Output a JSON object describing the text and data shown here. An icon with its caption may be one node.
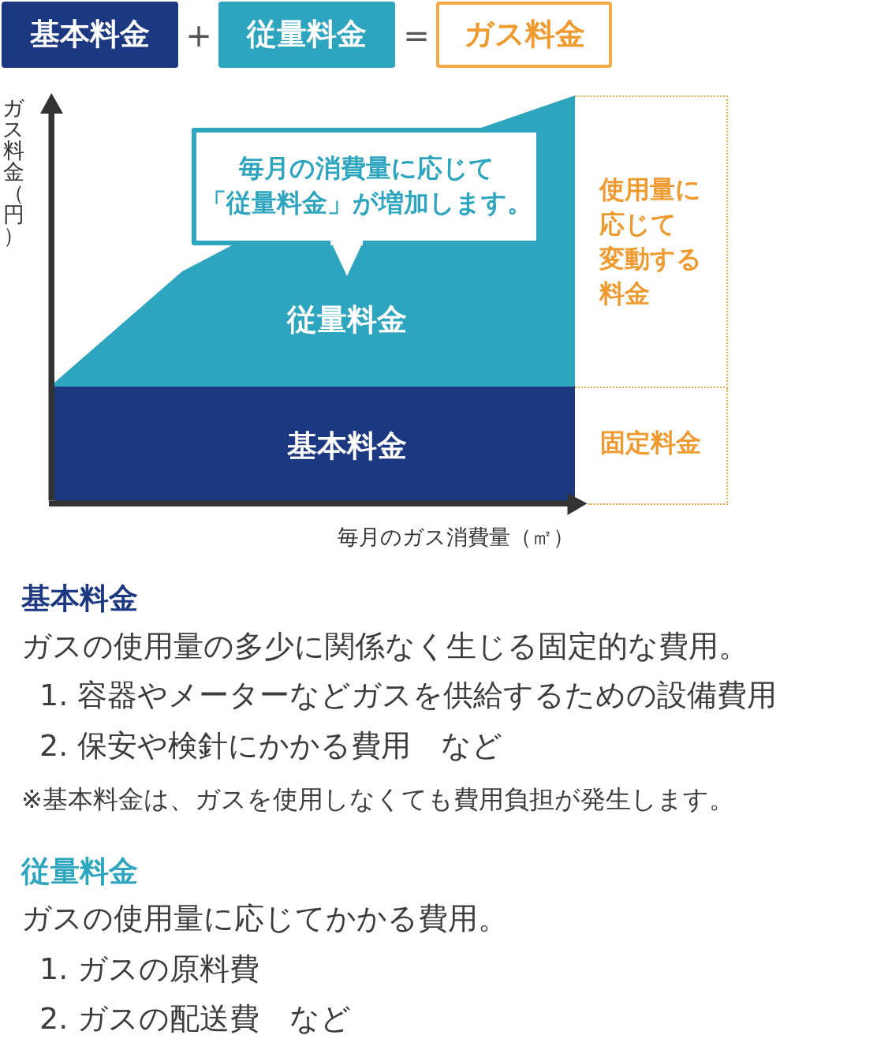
{
  "diagram": {
    "nodes": [
      {
        "text": [
          "基本料金"
        ]
      },
      {
        "text": [
          "従量料金"
        ]
      },
      {
        "text": [
          "ガス料金"
        ]
      },
      {
        "text": [
          "従量料金"
        ]
      },
      {
        "text": [
          "基本料金"
        ]
      },
      {
        "text": [
          "毎月の消費量に応じて「従量料金」が増加します。"
        ]
      },
      {
        "text": [
          "使用量に応じて**変動する**料金"
        ]
      },
      {
        "text": [
          "固定料金"
        ]
      }
    ],
    "labels": [
      "+",
      "=",
      "ガス料金（円）",
      "毎月のガス消費量（㎡）",
      "基本料金",
      "ガスの使用量の多少に関係なく生じる固定的な費用。",
      "1. 容器やメーターなどガスを供給するための設備費用",
      "2. 保安や検針にかかる費用　など",
      "※基本料金は、ガスを使用しなくても費用負担が発生します。",
      "従量料金",
      "ガスの使用量に応じてかかる費用。",
      "1. ガスの原料費",
      "2. ガスの配送費　など"
    ]
  }
}
